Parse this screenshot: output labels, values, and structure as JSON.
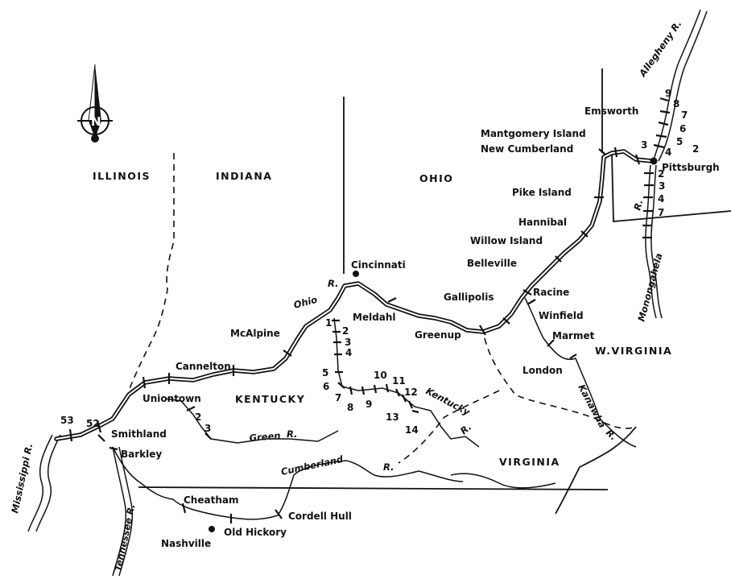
{
  "states": {
    "illinois": "ILLINOIS",
    "indiana": "INDIANA",
    "ohio": "OHIO",
    "kentucky": "KENTUCKY",
    "west_virginia": "W.VIRGINIA",
    "virginia": "VIRGINIA"
  },
  "compass": {
    "letter": "N"
  },
  "rivers": {
    "allegheny": "Allegheny R.",
    "monongahela": "Monongahela",
    "monongahela_r": "R.",
    "ohio": "Ohio",
    "ohio_r": "R.",
    "kentucky": "Kentucky",
    "kentucky_r": "R.",
    "green": "Green",
    "green_r": "R.",
    "cumberland": "Cumberland",
    "cumberland_r": "R.",
    "tennessee": "Tennessee R.",
    "mississippi": "Mississippi R.",
    "kanawha": "Kanawha",
    "kanawha_r": "R."
  },
  "locks_and_dams": {
    "emsworth": "Emsworth",
    "montgomery_island": "Mantgomery Island",
    "new_cumberland": "New Cumberland",
    "pike_island": "Pike Island",
    "hannibal": "Hannibal",
    "willow_island": "Willow Island",
    "belleville": "Belleville",
    "racine": "Racine",
    "gallipolis": "Gallipolis",
    "winfield": "Winfield",
    "marmet": "Marmet",
    "london": "London",
    "greenup": "Greenup",
    "meldahl": "Meldahl",
    "mcalpine": "McAlpine",
    "cannelton": "Cannelton",
    "uniontown": "Uniontown",
    "smithland": "Smithland",
    "barkley": "Barkley",
    "cheatham": "Cheatham",
    "old_hickory": "Old Hickory",
    "cordell_hull": "Cordell Hull"
  },
  "cities": {
    "cincinnati": "Cincinnati",
    "pittsburgh": "Pittsburgh",
    "nashville": "Nashville"
  },
  "lock_numbers": {
    "allegheny": [
      "9",
      "8",
      "7",
      "6",
      "5",
      "4",
      "3",
      "2"
    ],
    "monongahela": [
      "2",
      "3",
      "4",
      "7"
    ],
    "kentucky": [
      "1",
      "2",
      "3",
      "4",
      "5",
      "6",
      "7",
      "8",
      "9",
      "10",
      "11",
      "12",
      "13",
      "14"
    ],
    "green": [
      "2",
      "3"
    ],
    "lower_ohio": [
      "53",
      "52"
    ]
  }
}
